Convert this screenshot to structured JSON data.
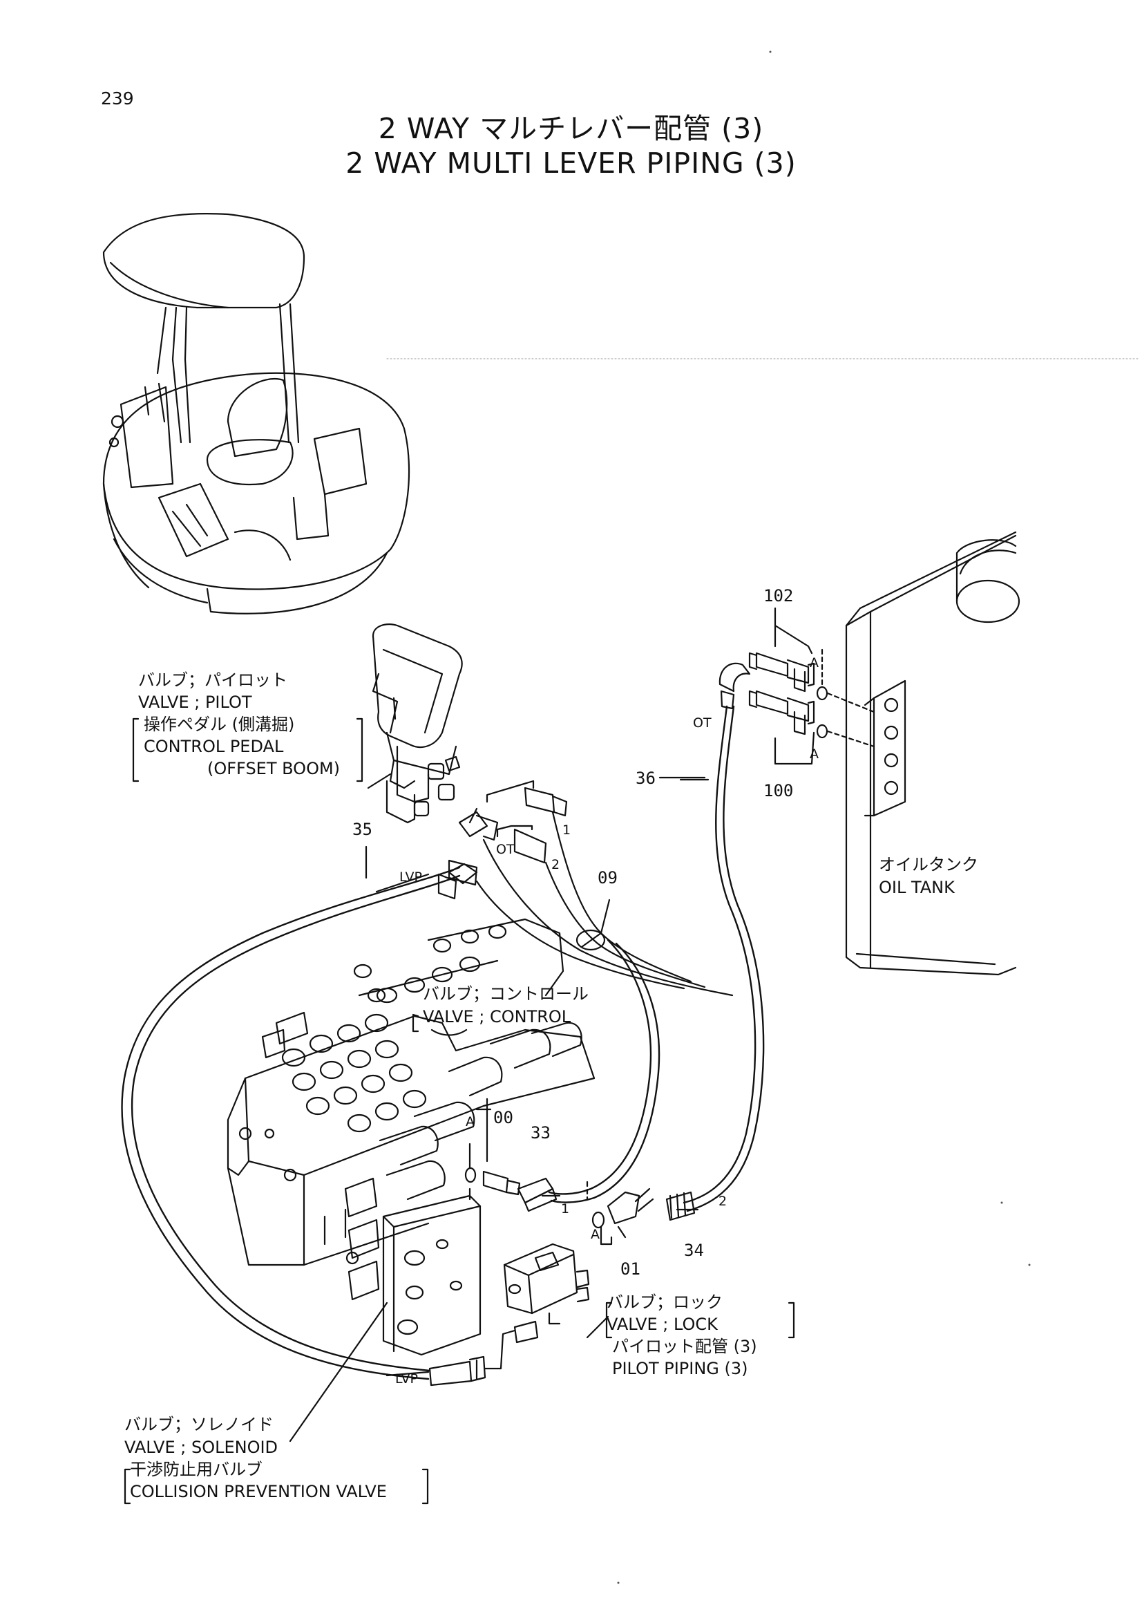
{
  "page_number": "239",
  "title_jp": "2 WAY マルチレバー配管 (3)",
  "title_en": "2 WAY MULTI LEVER PIPING (3)",
  "labels": {
    "pilot_valve": {
      "jp": "バルブ；パイロット",
      "en": "VALVE ; PILOT",
      "sub_jp": "操作ペダル (側溝掘)",
      "sub_en": "CONTROL PEDAL",
      "sub_en2": "(OFFSET BOOM)"
    },
    "oil_tank": {
      "jp": "オイルタンク",
      "en": "OIL TANK"
    },
    "control_valve": {
      "jp": "バルブ；コントロール",
      "en": "VALVE ; CONTROL"
    },
    "lock_valve": {
      "jp": "バルブ；ロック",
      "en": "VALVE ; LOCK",
      "sub_jp": "パイロット配管 (3)",
      "sub_en": "PILOT PIPING (3)"
    },
    "solenoid_valve": {
      "jp": "バルブ；ソレノイド",
      "en": "VALVE ; SOLENOID",
      "sub_jp": "干渉防止用バルブ",
      "sub_en": "COLLISION PREVENTION VALVE"
    }
  },
  "part_numbers": {
    "p102": "102",
    "p100": "100",
    "p36": "36",
    "p35": "35",
    "p09": "09",
    "p00": "00",
    "p33": "33",
    "p34": "34",
    "p01": "01"
  },
  "markers": {
    "a": "A",
    "ot": "OT",
    "lvp": "LVP",
    "one": "1",
    "two": "2"
  }
}
